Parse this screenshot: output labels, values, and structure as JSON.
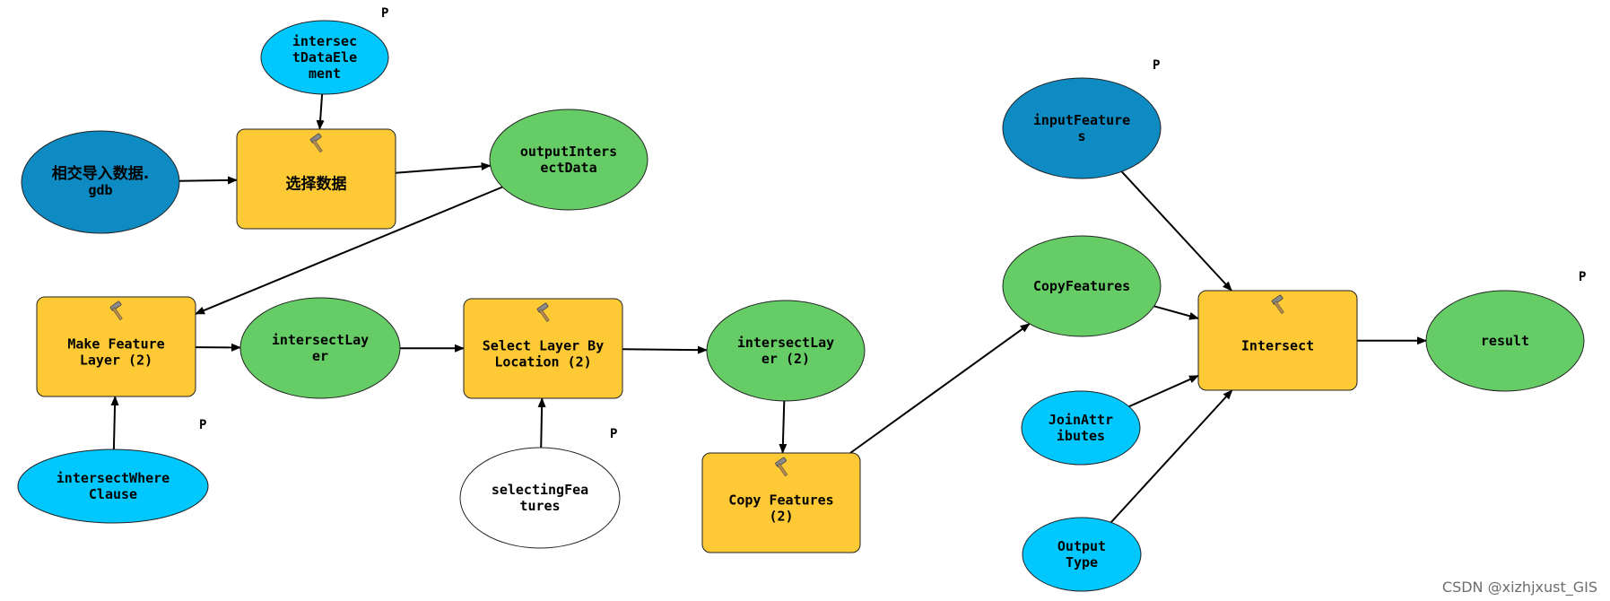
{
  "colors": {
    "tool": "#fdc935",
    "project_data": "#0e8bc3",
    "variable": "#00c8ff",
    "derived": "#66cc66",
    "unset_input": "#ffffff",
    "outline": "#222222",
    "edge": "#000000"
  },
  "watermark": "CSDN @xizhjxust_GIS",
  "nodes": {
    "intersect_data_element": {
      "lines": [
        "intersec",
        "tDataEle",
        "ment"
      ],
      "parameter_flag": "P"
    },
    "import_gdb": {
      "lines": [
        "相交导入数据.",
        "gdb"
      ]
    },
    "select_data_tool": {
      "lines": [
        "选择数据"
      ],
      "icon": "hammer-icon"
    },
    "output_intersect_data": {
      "lines": [
        "outputInters",
        "ectData"
      ]
    },
    "make_feature_layer_tool": {
      "lines": [
        "Make Feature",
        "Layer (2)"
      ],
      "icon": "hammer-icon"
    },
    "intersect_layer": {
      "lines": [
        "intersectLay",
        "er"
      ]
    },
    "select_layer_by_location_tool": {
      "lines": [
        "Select Layer By",
        "Location (2)"
      ],
      "icon": "hammer-icon"
    },
    "intersect_layer_2": {
      "lines": [
        "intersectLay",
        "er (2)"
      ]
    },
    "intersect_where_clause": {
      "lines": [
        "intersectWhere",
        "Clause"
      ],
      "parameter_flag": "P"
    },
    "selecting_features": {
      "lines": [
        "selectingFea",
        "tures"
      ],
      "parameter_flag": "P"
    },
    "copy_features_tool": {
      "lines": [
        "Copy Features",
        "(2)"
      ],
      "icon": "hammer-icon"
    },
    "input_features": {
      "lines": [
        "inputFeature",
        "s"
      ],
      "parameter_flag": "P"
    },
    "copy_features_output": {
      "lines": [
        "CopyFeatures"
      ]
    },
    "join_attributes": {
      "lines": [
        "JoinAttr",
        "ibutes"
      ]
    },
    "output_type": {
      "lines": [
        "Output",
        "Type"
      ]
    },
    "intersect_tool": {
      "lines": [
        "Intersect"
      ],
      "icon": "hammer-icon"
    },
    "result": {
      "lines": [
        "result"
      ],
      "parameter_flag": "P"
    }
  },
  "connections": [
    {
      "from": "intersect_data_element",
      "to": "select_data_tool"
    },
    {
      "from": "import_gdb",
      "to": "select_data_tool"
    },
    {
      "from": "select_data_tool",
      "to": "output_intersect_data"
    },
    {
      "from": "output_intersect_data",
      "to": "make_feature_layer_tool"
    },
    {
      "from": "intersect_where_clause",
      "to": "make_feature_layer_tool"
    },
    {
      "from": "make_feature_layer_tool",
      "to": "intersect_layer"
    },
    {
      "from": "intersect_layer",
      "to": "select_layer_by_location_tool"
    },
    {
      "from": "selecting_features",
      "to": "select_layer_by_location_tool"
    },
    {
      "from": "select_layer_by_location_tool",
      "to": "intersect_layer_2"
    },
    {
      "from": "intersect_layer_2",
      "to": "copy_features_tool"
    },
    {
      "from": "copy_features_tool",
      "to": "copy_features_output"
    },
    {
      "from": "input_features",
      "to": "intersect_tool"
    },
    {
      "from": "copy_features_output",
      "to": "intersect_tool"
    },
    {
      "from": "join_attributes",
      "to": "intersect_tool"
    },
    {
      "from": "output_type",
      "to": "intersect_tool"
    },
    {
      "from": "intersect_tool",
      "to": "result"
    }
  ]
}
